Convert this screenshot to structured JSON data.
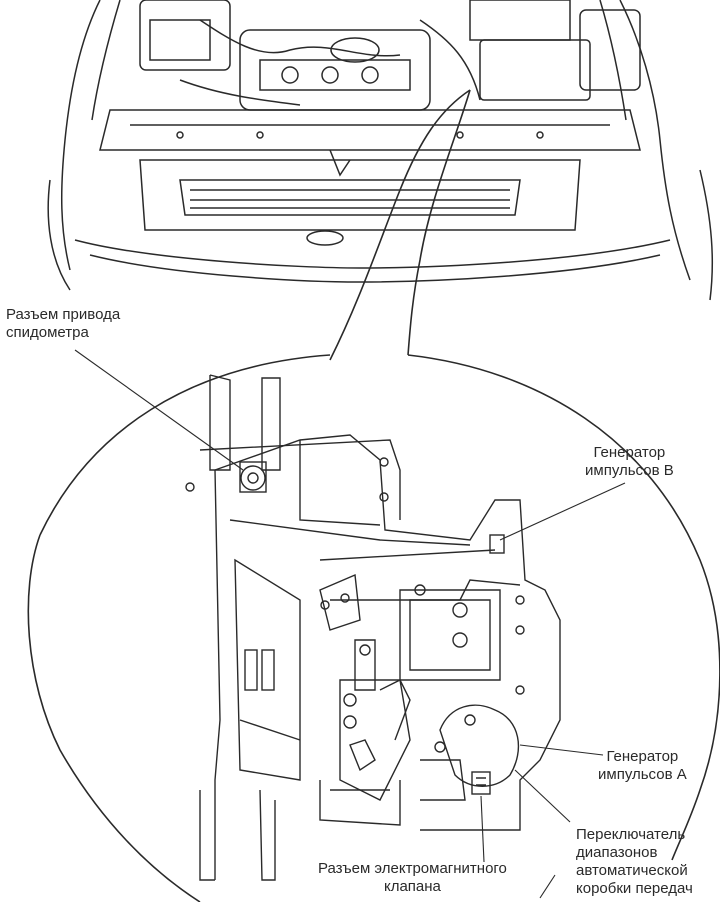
{
  "labels": {
    "speedometer_connector": "Разъем привода\nспидометра",
    "pulse_generator_b": "Генератор\nимпульсов B",
    "pulse_generator_a": "Генератор\nимпульсов A",
    "range_switch": "Переключатель\nдиапазонов\nавтоматической\nкоробки передач",
    "solenoid_connector": "Разъем электромагнитного\nклапана"
  }
}
